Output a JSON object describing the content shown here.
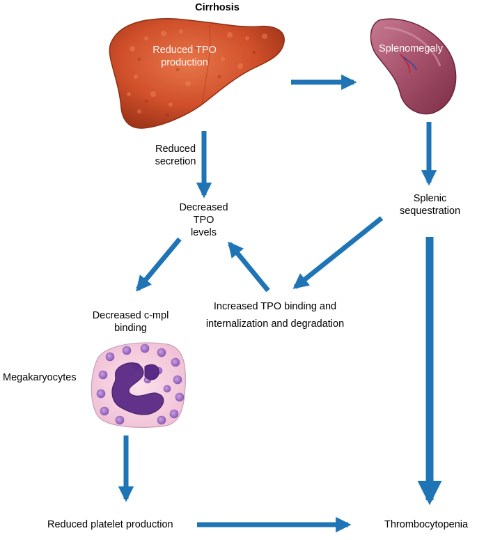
{
  "labels": {
    "cirrhosis": "Cirrhosis",
    "reduced_tpo_production": [
      "Reduced TPO",
      "production"
    ],
    "splenomegaly": "Splenomegaly",
    "reduced_secretion": [
      "Reduced",
      "secretion"
    ],
    "decreased_tpo_levels": [
      "Decreased",
      "TPO",
      "levels"
    ],
    "splenic_sequestration": [
      "Splenic",
      "sequestration"
    ],
    "decreased_cmpl_binding": [
      "Decreased c-mpl",
      "binding"
    ],
    "increased_tpo_binding": [
      "Increased TPO binding and",
      "internalization and degradation"
    ],
    "megakaryocytes": "Megakaryocytes",
    "reduced_platelet_production": "Reduced platelet production",
    "thrombocytopenia": "Thrombocytopenia"
  },
  "colors": {
    "arrow": "#1f74b5",
    "liver": "#d2552e",
    "spleen": "#a14660",
    "cell_background": "#f6cfe0",
    "nucleus": "#5b2a86"
  }
}
